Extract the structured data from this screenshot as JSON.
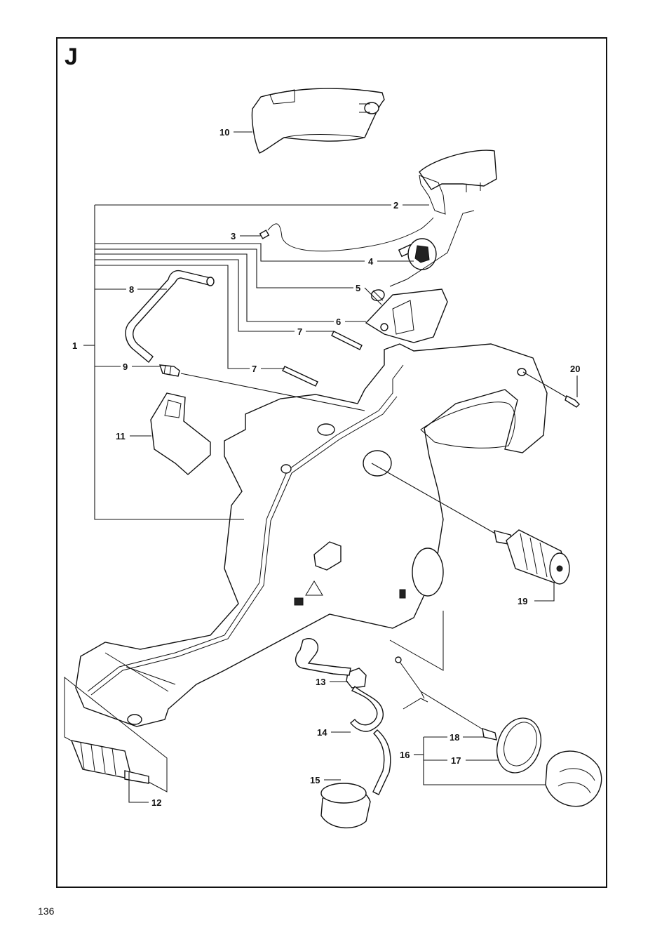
{
  "page": {
    "section_letter": "J",
    "page_number": "136"
  },
  "callouts": [
    {
      "id": "c1",
      "label": "1"
    },
    {
      "id": "c2",
      "label": "2"
    },
    {
      "id": "c3",
      "label": "3"
    },
    {
      "id": "c4",
      "label": "4"
    },
    {
      "id": "c5",
      "label": "5"
    },
    {
      "id": "c6",
      "label": "6"
    },
    {
      "id": "c7a",
      "label": "7"
    },
    {
      "id": "c7b",
      "label": "7"
    },
    {
      "id": "c8",
      "label": "8"
    },
    {
      "id": "c9",
      "label": "9"
    },
    {
      "id": "c10",
      "label": "10"
    },
    {
      "id": "c11",
      "label": "11"
    },
    {
      "id": "c12",
      "label": "12"
    },
    {
      "id": "c13",
      "label": "13"
    },
    {
      "id": "c14",
      "label": "14"
    },
    {
      "id": "c15",
      "label": "15"
    },
    {
      "id": "c16",
      "label": "16"
    },
    {
      "id": "c17",
      "label": "17"
    },
    {
      "id": "c18",
      "label": "18"
    },
    {
      "id": "c19",
      "label": "19"
    },
    {
      "id": "c20",
      "label": "20"
    }
  ]
}
